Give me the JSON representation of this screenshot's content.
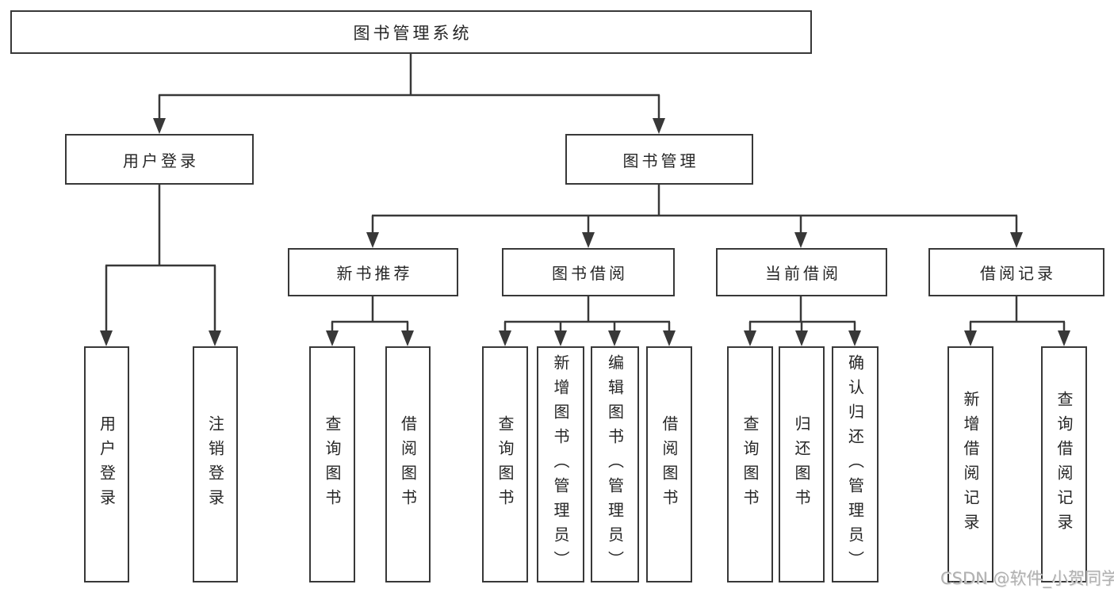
{
  "diagram_type": "hierarchy-tree",
  "colors": {
    "line": "#383838",
    "box_border": "#383838",
    "box_fill": "#ffffff",
    "text": "#262626",
    "background": "#ffffff",
    "watermark_text_color": "#b0b0b0"
  },
  "tree": {
    "label": "图书管理系统",
    "children": [
      {
        "label": "用户登录",
        "children": [
          {
            "label": "用户登录"
          },
          {
            "label": "注销登录"
          }
        ]
      },
      {
        "label": "图书管理",
        "children": [
          {
            "label": "新书推荐",
            "children": [
              {
                "label": "查询图书"
              },
              {
                "label": "借阅图书"
              }
            ]
          },
          {
            "label": "图书借阅",
            "children": [
              {
                "label": "查询图书"
              },
              {
                "label": "新增图书（管理员）"
              },
              {
                "label": "编辑图书（管理员）"
              },
              {
                "label": "借阅图书"
              }
            ]
          },
          {
            "label": "当前借阅",
            "children": [
              {
                "label": "查询图书"
              },
              {
                "label": "归还图书"
              },
              {
                "label": "确认归还（管理员）"
              }
            ]
          },
          {
            "label": "借阅记录",
            "children": [
              {
                "label": "新增借阅记录"
              },
              {
                "label": "查询借阅记录"
              }
            ]
          }
        ]
      }
    ]
  },
  "watermark": "CSDN @软件_小贺同学"
}
